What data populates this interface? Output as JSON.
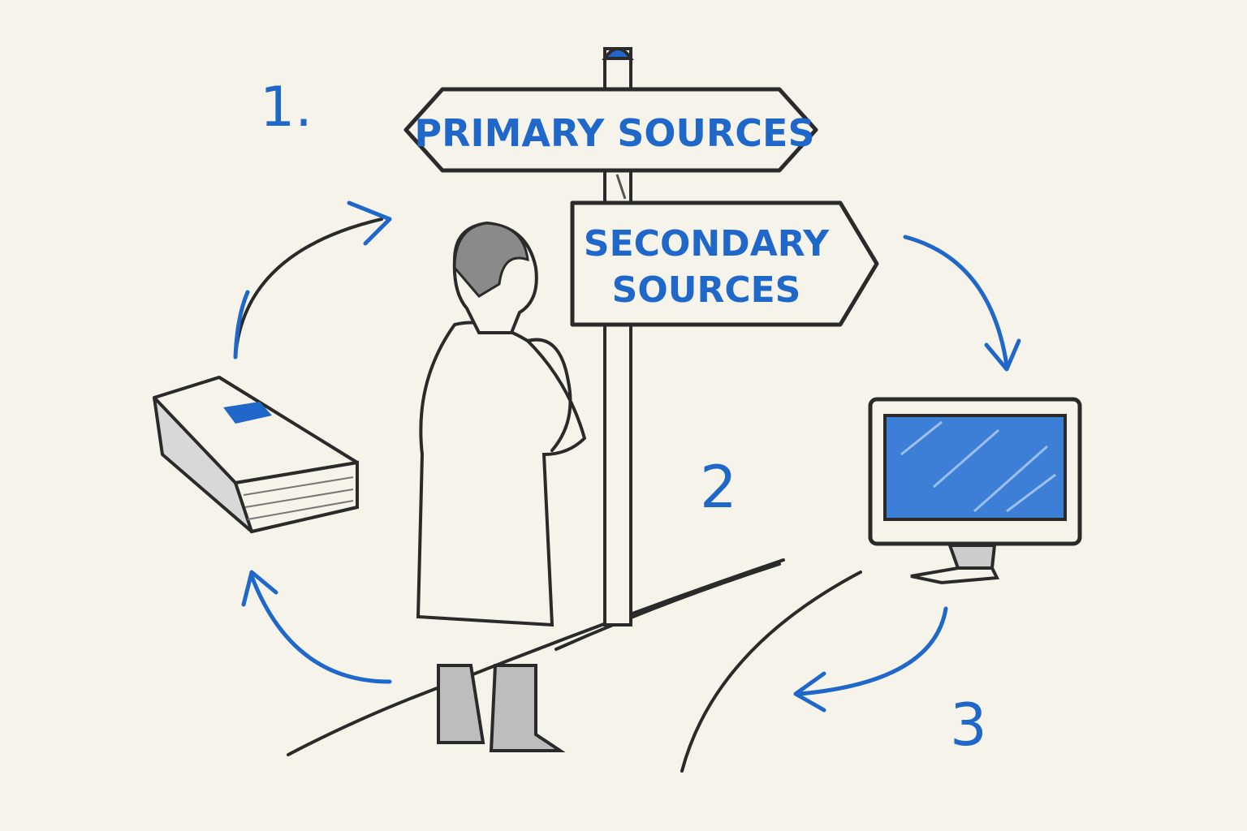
{
  "labels": {
    "step1": "1.",
    "step2": "2",
    "step3": "3",
    "primary_sign": "PRIMARY SOURCES",
    "secondary_sign_line1": "SECONDARY",
    "secondary_sign_line2": "SOURCES"
  },
  "colors": {
    "accent": "#1f68c9",
    "ink": "#2a2a2a",
    "paper": "#f6f3ea"
  }
}
